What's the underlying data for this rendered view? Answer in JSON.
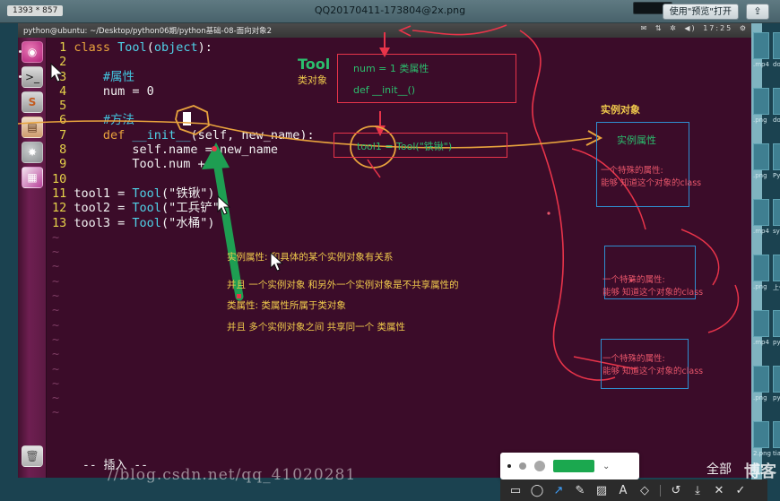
{
  "window": {
    "size_badge": "1393 * 857",
    "title": "QQ20170411-173804@2x.png",
    "open_with_label": "使用\"预览\"打开",
    "share_icon": "share-icon"
  },
  "terminal": {
    "title": "python@ubuntu: ~/Desktop/python06期/python基础-08-面向对象2",
    "tray": {
      "icons": [
        "mail-icon",
        "network-icon",
        "bluetooth-icon",
        "volume-icon"
      ],
      "time": "17:25",
      "gear": "gear-icon"
    },
    "status_line": "-- 插入 --"
  },
  "launcher": {
    "items": [
      {
        "name": "ubuntu-dash-icon",
        "glyph": "◉"
      },
      {
        "name": "terminal-icon",
        "glyph": ">_"
      },
      {
        "name": "sublime-text-icon",
        "glyph": "S"
      },
      {
        "name": "files-icon",
        "glyph": "▤"
      },
      {
        "name": "settings-icon",
        "glyph": "✸"
      },
      {
        "name": "app-icon",
        "glyph": "▦"
      }
    ],
    "trash": {
      "name": "trash-icon",
      "glyph": "🗑"
    }
  },
  "code": {
    "lines": [
      {
        "n": "1",
        "segments": [
          {
            "t": "class ",
            "c": "kw"
          },
          {
            "t": "Tool",
            "c": "cls"
          },
          {
            "t": "(",
            "c": "plain"
          },
          {
            "t": "object",
            "c": "cls"
          },
          {
            "t": "):",
            "c": "plain"
          }
        ]
      },
      {
        "n": "2",
        "segments": []
      },
      {
        "n": "3",
        "segments": [
          {
            "t": "    #属性",
            "c": "cmt"
          }
        ]
      },
      {
        "n": "4",
        "segments": [
          {
            "t": "    num = 0",
            "c": "plain"
          }
        ]
      },
      {
        "n": "5",
        "segments": []
      },
      {
        "n": "6",
        "segments": [
          {
            "t": "    #方法",
            "c": "cmt"
          }
        ]
      },
      {
        "n": "7",
        "segments": [
          {
            "t": "    ",
            "c": "plain"
          },
          {
            "t": "def ",
            "c": "kw"
          },
          {
            "t": "__init__",
            "c": "cls"
          },
          {
            "t": "(self, new_name):",
            "c": "plain"
          }
        ]
      },
      {
        "n": "8",
        "segments": [
          {
            "t": "        self.name = new_name",
            "c": "plain"
          }
        ]
      },
      {
        "n": "9",
        "segments": [
          {
            "t": "        Tool.num +=1",
            "c": "plain"
          }
        ]
      },
      {
        "n": "10",
        "segments": []
      },
      {
        "n": "11",
        "segments": [
          {
            "t": "tool1 = ",
            "c": "plain"
          },
          {
            "t": "Tool",
            "c": "cls"
          },
          {
            "t": "(\"铁锹\")",
            "c": "plain"
          }
        ]
      },
      {
        "n": "12",
        "segments": [
          {
            "t": "tool2 = ",
            "c": "plain"
          },
          {
            "t": "Tool",
            "c": "cls"
          },
          {
            "t": "(\"工兵铲\")",
            "c": "plain"
          }
        ]
      },
      {
        "n": "13",
        "segments": [
          {
            "t": "tool3 = ",
            "c": "plain"
          },
          {
            "t": "Tool",
            "c": "cls"
          },
          {
            "t": "(\"水桶\")",
            "c": "plain"
          }
        ]
      }
    ]
  },
  "annotations": {
    "class_label_title": "Tool",
    "class_label_sub": "类对象",
    "class_box": {
      "line1": "num = 1 类属性",
      "line2": "def __init__()"
    },
    "instance_stmt_box": "tool1 = Tool(\"铁锹\")",
    "instance_object_label": "实例对象",
    "instance_box_1": {
      "title": "实例属性",
      "note_l1": "一个特殊的属性:",
      "note_l2": "能够 知道这个对象的class"
    },
    "instance_box_2": {
      "note_l1": "一个特殊的属性:",
      "note_l2": "能够 知道这个对象的class"
    },
    "instance_box_3": {
      "note_l1": "一个特殊的属性:",
      "note_l2": "能够 知道这个对象的class"
    },
    "notes": [
      "实例属性:  和具体的某个实例对象有关系",
      "并且 一个实例对象 和另外一个实例对象是不共享属性的",
      "类属性:  类属性所属于类对象",
      "并且 多个实例对象之间 共享同一个 类属性"
    ]
  },
  "annotation_toolbar": {
    "brush_sizes": [
      "small-brush",
      "medium-brush",
      "large-brush"
    ],
    "color": "#1ba84f",
    "caret": "chevron-down-icon",
    "tools": [
      {
        "name": "rectangle-tool",
        "glyph": "▭",
        "active": false
      },
      {
        "name": "ellipse-tool",
        "glyph": "◯",
        "active": false
      },
      {
        "name": "arrow-tool",
        "glyph": "↗",
        "active": true
      },
      {
        "name": "pencil-tool",
        "glyph": "✎",
        "active": false
      },
      {
        "name": "mosaic-tool",
        "glyph": "▨",
        "active": false
      },
      {
        "name": "text-tool",
        "glyph": "A",
        "active": false
      },
      {
        "name": "eraser-tool",
        "glyph": "◇",
        "active": false
      },
      {
        "name": "undo-tool",
        "glyph": "↺",
        "active": false
      },
      {
        "name": "download-tool",
        "glyph": "⤓",
        "active": false
      },
      {
        "name": "cancel-tool",
        "glyph": "✕",
        "active": false
      },
      {
        "name": "confirm-tool",
        "glyph": "✓",
        "active": false
      }
    ]
  },
  "misc": {
    "all_label": "全部",
    "watermark": "//blog.csdn.net/qq_41020281",
    "watermark_cn": "博客"
  },
  "background_files": [
    {
      "label": ".mp4"
    },
    {
      "label": "do"
    },
    {
      "label": ".png"
    },
    {
      "label": "do"
    },
    {
      "label": ".png"
    },
    {
      "label": "Py"
    },
    {
      "label": ".mp4"
    },
    {
      "label": "sys"
    },
    {
      "label": ".png"
    },
    {
      "label": "上传"
    },
    {
      "label": ".mp4"
    },
    {
      "label": "pyt"
    },
    {
      "label": ".png"
    },
    {
      "label": "pyt"
    },
    {
      "label": "2.png"
    },
    {
      "label": "tia"
    }
  ],
  "colors": {
    "red_annotation": "#e8344a",
    "blue_annotation": "#2f8fd0",
    "green_text": "#2bbf6e",
    "pink_text": "#e8566b",
    "gold_text": "#efc94c",
    "green_arrow": "#1e9e52"
  }
}
